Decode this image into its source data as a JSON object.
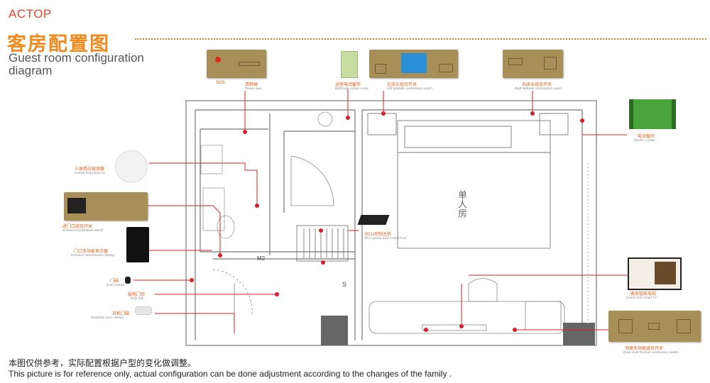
{
  "header": {
    "brand": "ACTOP",
    "title_cn": "客房配置图",
    "title_en_line1": "Guest room configuration",
    "title_en_line2": "diagram"
  },
  "devices": {
    "sos": {
      "label": "SOS"
    },
    "door_panel": {
      "label": "请稍候",
      "sublabel": "Please wait"
    },
    "bathroom_aux": {
      "label": "浴室电动窗帘",
      "sublabel": "Bathroom curtain motor"
    },
    "left_bedside": {
      "label": "左床头组合开关",
      "sublabel": "Left bedside combination switch"
    },
    "right_bedside": {
      "label": "右床头组合开关",
      "sublabel": "Right bedside combination switch"
    },
    "electric_curtain": {
      "label": "电动窗帘",
      "sublabel": "Electric curtain"
    },
    "human_sensor": {
      "label": "人体感应探测器",
      "sublabel": "Human body detector"
    },
    "entry_switch": {
      "label": "进门口组合开关",
      "sublabel": "Entrance combination switch"
    },
    "doorbell_display": {
      "label": "门口多功能显示器",
      "sublabel": "Entrance multi-function display"
    },
    "door_contact": {
      "label": "门磁",
      "sublabel": "Door contact"
    },
    "doorbell": {
      "label": "弱电门铃",
      "sublabel": "Door bell"
    },
    "wardrobe_contact": {
      "label": "衣柜门磁",
      "sublabel": "Wardrobe door contact"
    },
    "rcu_host": {
      "label": "RCU控制主机",
      "sublabel": "RCU guest room control host"
    },
    "smart_tv": {
      "label": "客房智能电视",
      "sublabel": "Guest room smart TV"
    },
    "desk_switch": {
      "label": "书桌多功能组合开关",
      "sublabel": "Desk multi-function combination switch"
    }
  },
  "room": {
    "bed_label": "单人房",
    "m2_label": "M2",
    "s_label": "S"
  },
  "colors": {
    "brand_red": "#e4432a",
    "title_orange": "#f08a1c",
    "panel_gold": "#a88e57",
    "leader_red": "#d9202a",
    "wall_grey": "#777777"
  },
  "footer": {
    "note_cn": "本图仅供参考，实际配置根据户型的变化做调整。",
    "note_en": "This picture is for reference only, actual configuration can be done adjustment according to the changes of the family ."
  }
}
